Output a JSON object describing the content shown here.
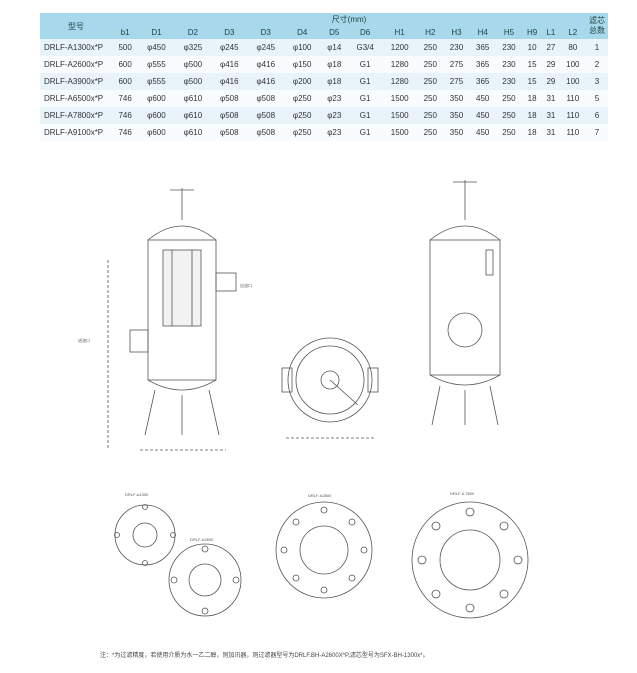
{
  "table": {
    "header_model": "型号",
    "header_dims": "尺寸(mm)",
    "header_cores": "滤芯\n总数",
    "columns": [
      "b1",
      "D1",
      "D2",
      "D3",
      "D3",
      "D4",
      "D5",
      "D6",
      "H1",
      "H2",
      "H3",
      "H4",
      "H5",
      "H9",
      "L1",
      "L2"
    ],
    "rows": [
      [
        "DRLF-A1300x*P",
        "500",
        "φ450",
        "φ325",
        "φ245",
        "φ245",
        "φ100",
        "φ14",
        "G3/4",
        "1200",
        "250",
        "230",
        "365",
        "230",
        "10",
        "27",
        "80",
        "1"
      ],
      [
        "DRLF-A2600x*P",
        "600",
        "φ555",
        "φ500",
        "φ416",
        "φ416",
        "φ150",
        "φ18",
        "G1",
        "1280",
        "250",
        "275",
        "365",
        "230",
        "15",
        "29",
        "100",
        "2"
      ],
      [
        "DRLF-A3900x*P",
        "600",
        "φ555",
        "φ500",
        "φ416",
        "φ416",
        "φ200",
        "φ18",
        "G1",
        "1280",
        "250",
        "275",
        "365",
        "230",
        "15",
        "29",
        "100",
        "3"
      ],
      [
        "DRLF-A6500x*P",
        "746",
        "φ600",
        "φ610",
        "φ508",
        "φ508",
        "φ250",
        "φ23",
        "G1",
        "1500",
        "250",
        "350",
        "450",
        "250",
        "18",
        "31",
        "110",
        "5"
      ],
      [
        "DRLF-A7800x*P",
        "746",
        "φ600",
        "φ610",
        "φ508",
        "φ508",
        "φ250",
        "φ23",
        "G1",
        "1500",
        "250",
        "350",
        "450",
        "250",
        "18",
        "31",
        "110",
        "6"
      ],
      [
        "DRLF-A9100x*P",
        "746",
        "φ600",
        "φ610",
        "φ508",
        "φ508",
        "φ250",
        "φ23",
        "G1",
        "1500",
        "250",
        "350",
        "450",
        "250",
        "18",
        "31",
        "110",
        "7"
      ]
    ]
  },
  "drawing_labels": {
    "flange1": "DRLF-A1300",
    "flange2": "DRLF-A2600",
    "flange3": "DRLF-A2800",
    "flange4": "DRLF-A 7800",
    "outlet": "出油口",
    "inlet": "进油口"
  },
  "note": "注：*为过滤精度，若使用介质为水一乙二醇，则加讯器，则过滤器型号为DRLF.BH-A2600X*P,滤芯型号为SFX-BH-1300x*。"
}
